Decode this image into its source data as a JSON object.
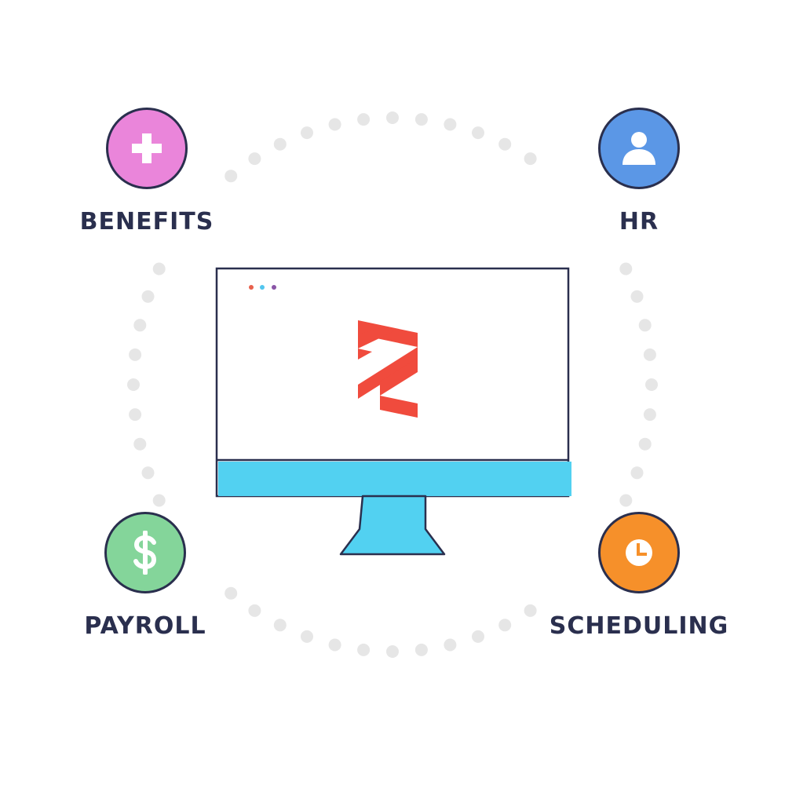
{
  "features": {
    "benefits": {
      "label": "BENEFITS",
      "icon": "plus-icon",
      "color": "#ea85da"
    },
    "hr": {
      "label": "HR",
      "icon": "person-icon",
      "color": "#5b97e6"
    },
    "payroll": {
      "label": "PAYROLL",
      "icon": "dollar-icon",
      "color": "#84d59a"
    },
    "scheduling": {
      "label": "SCHEDULING",
      "icon": "clock-icon",
      "color": "#f6902a"
    }
  },
  "monitor": {
    "screen_color": "#ffffff",
    "bezel_color": "#52d1f1",
    "logo_color": "#f04b3d",
    "window_dots": [
      "#e8604c",
      "#52c6ef",
      "#8a55a7"
    ]
  },
  "outline_color": "#2a2f4e",
  "dot_color": "#e6e6e6"
}
